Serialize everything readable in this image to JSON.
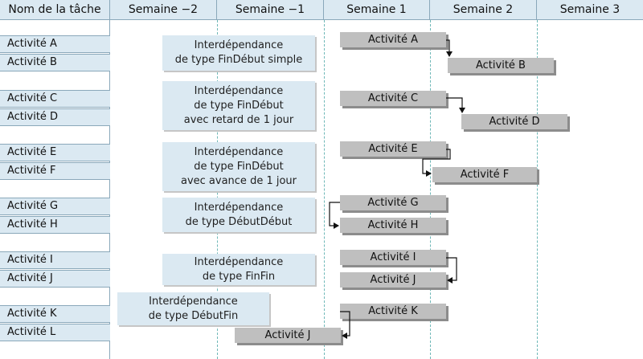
{
  "header": {
    "task_col": "Nom de la tâche",
    "weeks": [
      "Semaine −2",
      "Semaine −1",
      "Semaine 1",
      "Semaine 2",
      "Semaine 3"
    ]
  },
  "tasks": [
    "Activité A",
    "Activité B",
    "Activité C",
    "Activité D",
    "Activité E",
    "Activité F",
    "Activité G",
    "Activité H",
    "Activité I",
    "Activité J",
    "Activité K",
    "Activité L"
  ],
  "notes": [
    [
      "Interdépendance",
      "de type FinDébut simple"
    ],
    [
      "Interdépendance",
      "de type FinDébut",
      "avec retard de 1 jour"
    ],
    [
      "Interdépendance",
      "de type FinDébut",
      "avec avance de 1 jour"
    ],
    [
      "Interdépendance",
      "de type DébutDébut"
    ],
    [
      "Interdépendance",
      "de type FinFin"
    ],
    [
      "Interdépendance",
      "de type DébutFin"
    ]
  ],
  "bars": [
    "Activité A",
    "Activité B",
    "Activité C",
    "Activité D",
    "Activité E",
    "Activité F",
    "Activité G",
    "Activité H",
    "Activité I",
    "Activité J",
    "Activité K",
    "Activité J"
  ],
  "colors": {
    "header_bg": "#dbe9f2",
    "bar_fill": "#bfbfbf",
    "bar_shadow": "#8c8c8c",
    "gridline": "#6fb8b8"
  }
}
